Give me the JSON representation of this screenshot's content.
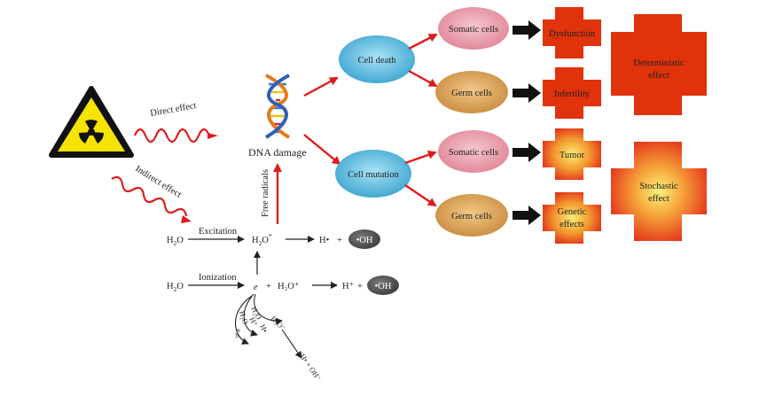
{
  "diagram": {
    "direct_effect": "Direct effect",
    "indirect_effect": "Indirect effect",
    "dna_damage": "DNA damage",
    "free_radicals": "Free radicals",
    "cell_death": "Cell death",
    "cell_mutation": "Cell mutation",
    "somatic_cells": "Somatic cells",
    "germ_cells": "Germ cells",
    "dysfunction": "Dysfunction",
    "infertility": "Infertility",
    "tumor": "Tumor",
    "genetic_effects_line1": "Genetic",
    "genetic_effects_line2": "effects",
    "deterministic_line1": "Deterministic",
    "deterministic_line2": "effect",
    "stochastic_line1": "Stochastic",
    "stochastic_line2": "effect",
    "excitation": "Excitation",
    "ionization": "Ionization",
    "h2o": "H",
    "h2o_sub": "2",
    "h2o_o": "O",
    "h2o_star": "*",
    "h_dot": "H•",
    "oh_radical": "•OH",
    "plus": "+",
    "e_minus": "e",
    "h2o_plus": "H₂O⁺",
    "h_plus": "H⁺",
    "chain_h2o": "H₂O",
    "chain_hplus": "H⁺",
    "chain_h2o_minus": "H₂O⁻",
    "chain_hdot": "H•",
    "chain_h2o_eaq": "H₂O",
    "chain_eaq": "e",
    "chain_eaq_sub": "aq",
    "chain_final": "H• + OH⁻"
  },
  "colors": {
    "arrow_red": "#dd1c1c",
    "ellipse_blue": "#58b7dc",
    "ellipse_pink": "#e99aa6",
    "ellipse_tan": "#d9a45a",
    "cross_red": "#e0320b",
    "cross_orange_center": "#f7f06a",
    "radical_grey": "#5c5c5c",
    "hazard_yellow": "#f7e300"
  }
}
